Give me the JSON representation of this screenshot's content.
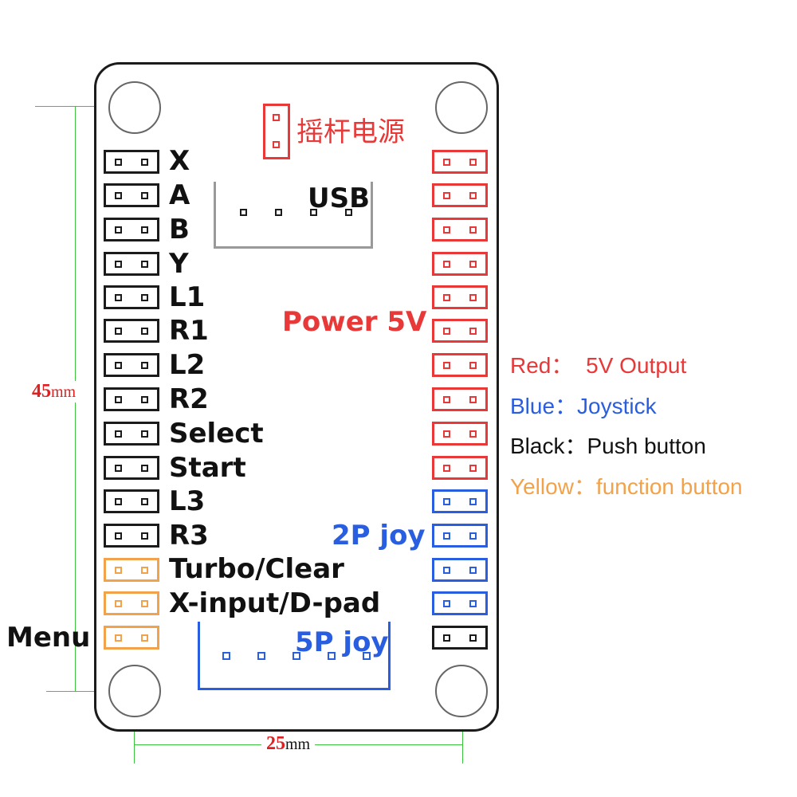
{
  "power_jumper_label": "摇杆电源",
  "usb_label": "USB",
  "power_label": "Power 5V",
  "joy2p_label": "2P joy",
  "joy5p_label": "5P joy",
  "left_pins": [
    {
      "label": "X",
      "color": "black"
    },
    {
      "label": "A",
      "color": "black"
    },
    {
      "label": "B",
      "color": "black"
    },
    {
      "label": "Y",
      "color": "black"
    },
    {
      "label": "L1",
      "color": "black"
    },
    {
      "label": "R1",
      "color": "black"
    },
    {
      "label": "L2",
      "color": "black"
    },
    {
      "label": "R2",
      "color": "black"
    },
    {
      "label": "Select",
      "color": "black"
    },
    {
      "label": "Start",
      "color": "black"
    },
    {
      "label": "L3",
      "color": "black"
    },
    {
      "label": "R3",
      "color": "black"
    },
    {
      "label": "Turbo/Clear",
      "color": "orange"
    },
    {
      "label": "X-input/D-pad",
      "color": "orange"
    },
    {
      "label": "Menu",
      "color": "orange"
    }
  ],
  "right_pins": [
    "red",
    "red",
    "red",
    "red",
    "red",
    "red",
    "red",
    "red",
    "red",
    "red",
    "blue",
    "blue",
    "blue",
    "blue",
    "black"
  ],
  "legend": [
    {
      "name": "Red：",
      "desc": "5V Output",
      "color": "#e83838"
    },
    {
      "name": "Blue：",
      "desc": "Joystick",
      "color": "#2a5ee0"
    },
    {
      "name": "Black：",
      "desc": "Push button",
      "color": "#111111"
    },
    {
      "name": "Yellow：",
      "desc": "function button",
      "color": "#f2a24a"
    }
  ],
  "dimensions": {
    "height_value": "45",
    "height_unit": "mm",
    "width_value": "25",
    "width_unit": "mm"
  }
}
